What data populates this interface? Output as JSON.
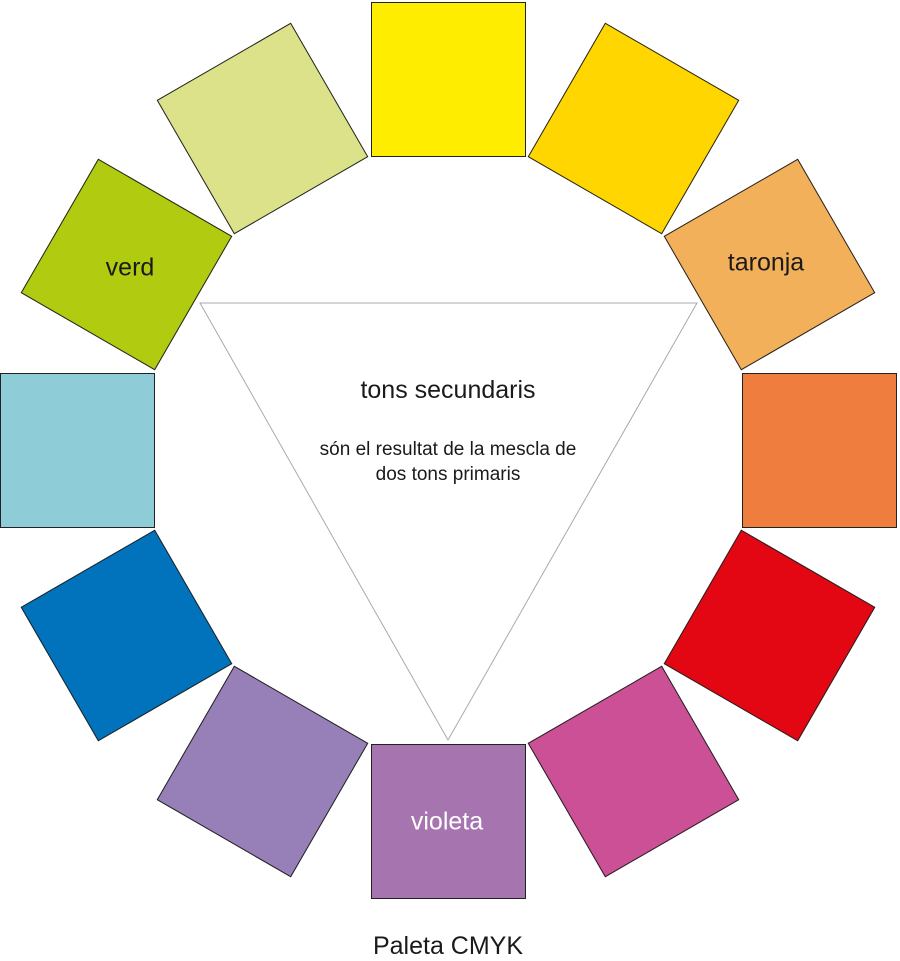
{
  "wheel": {
    "squares": [
      {
        "name": "yellow",
        "color": "#FFED00"
      },
      {
        "name": "golden-yellow",
        "color": "#FFD600"
      },
      {
        "name": "taronja",
        "color": "#F3B05B",
        "label": "taronja"
      },
      {
        "name": "orange",
        "color": "#EF7D3D"
      },
      {
        "name": "red",
        "color": "#E30714"
      },
      {
        "name": "magenta",
        "color": "#CB5096"
      },
      {
        "name": "violeta",
        "color": "#A675B0",
        "label": "violeta",
        "light": true
      },
      {
        "name": "lavender",
        "color": "#9780B7"
      },
      {
        "name": "blue",
        "color": "#0073BC"
      },
      {
        "name": "light-blue",
        "color": "#8ECCD8"
      },
      {
        "name": "verd",
        "color": "#B0CB10",
        "label": "verd"
      },
      {
        "name": "light-green",
        "color": "#DBE289"
      }
    ]
  },
  "center": {
    "title": "tons secundaris",
    "description": "són el resultat de la mescla de dos tons primaris"
  },
  "caption": "Paleta CMYK"
}
